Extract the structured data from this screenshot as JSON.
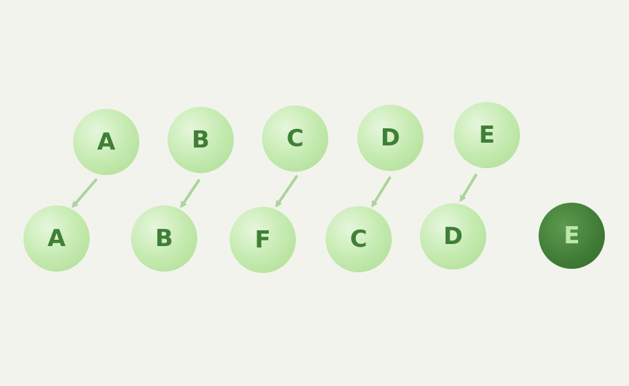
{
  "top_row": [
    {
      "label": "A"
    },
    {
      "label": "B"
    },
    {
      "label": "C"
    },
    {
      "label": "D"
    },
    {
      "label": "E"
    }
  ],
  "bottom_row": [
    {
      "label": "A",
      "style": "light"
    },
    {
      "label": "B",
      "style": "light"
    },
    {
      "label": "F",
      "style": "light"
    },
    {
      "label": "C",
      "style": "light"
    },
    {
      "label": "D",
      "style": "light"
    },
    {
      "label": "E",
      "style": "dark"
    }
  ],
  "edges": [
    {
      "from": "top_row.0",
      "to": "bottom_row.0"
    },
    {
      "from": "top_row.1",
      "to": "bottom_row.1"
    },
    {
      "from": "top_row.2",
      "to": "bottom_row.2"
    },
    {
      "from": "top_row.3",
      "to": "bottom_row.3"
    },
    {
      "from": "top_row.4",
      "to": "bottom_row.4"
    }
  ],
  "colors": {
    "background": "#f3f3ee",
    "node_light": "#c6ebb2",
    "node_light_text": "#3f7f36",
    "node_dark": "#427e38",
    "node_dark_text": "#bde8a8",
    "arrow": "#a9d59a"
  }
}
